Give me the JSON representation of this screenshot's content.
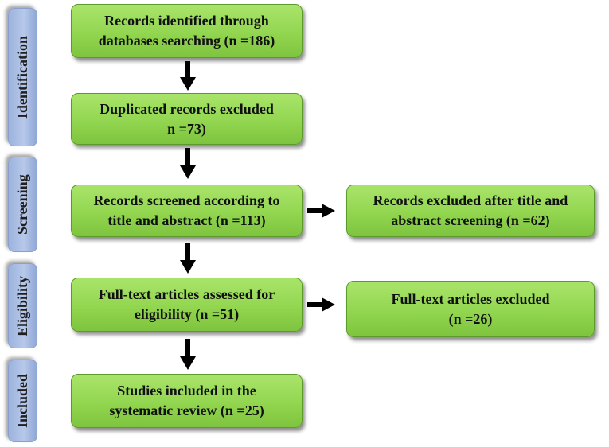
{
  "stages": [
    {
      "label": "Identification"
    },
    {
      "label": "Screening"
    },
    {
      "label": "Eligibility"
    },
    {
      "label": "Included"
    }
  ],
  "boxes": {
    "identified": {
      "line1": "Records identified through",
      "line2": "databases searching (n =186)"
    },
    "duplicates": {
      "line1": "Duplicated records excluded",
      "line2": "n =73)"
    },
    "screened": {
      "line1": "Records screened according to",
      "line2": "title and abstract (n =113)"
    },
    "excluded_screening": {
      "line1": "Records excluded after title and",
      "line2": "abstract screening (n =62)"
    },
    "fulltext_assessed": {
      "line1": "Full-text articles assessed for",
      "line2": "eligibility (n =51)"
    },
    "fulltext_excluded": {
      "line1": "Full-text articles excluded",
      "line2": "(n =26)"
    },
    "included": {
      "line1": "Studies included in the",
      "line2": "systematic review (n =25)"
    }
  },
  "colors": {
    "box_fill": "#92d050",
    "stage_fill": "#b4c7e7",
    "arrow": "#000000"
  }
}
